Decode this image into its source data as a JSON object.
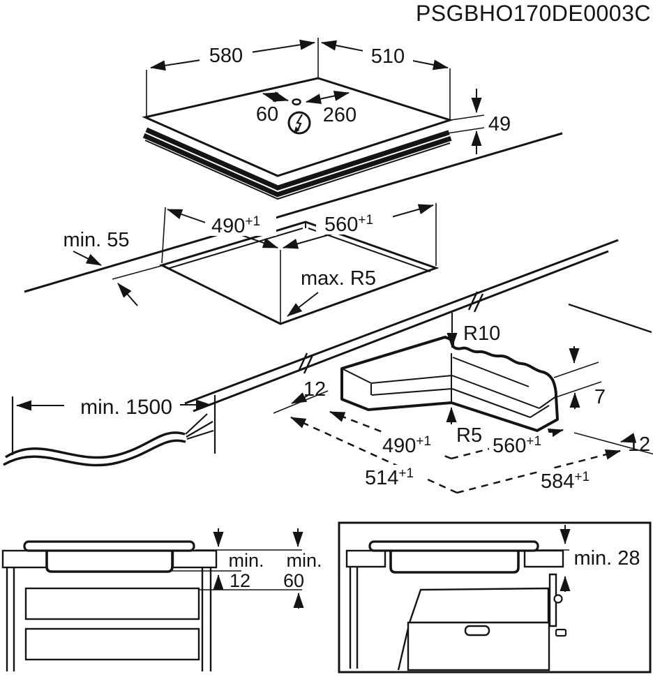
{
  "code": "PSGBHO170DE0003C",
  "top_view": {
    "width": "580",
    "depth": "510",
    "conn_offset_left": "60",
    "conn_offset_right": "260",
    "height": "49",
    "power_icon": "lightning-in-circle"
  },
  "cutout_view": {
    "front_clearance": "min. 55",
    "depth_base": "490",
    "depth_sup": "+1",
    "width_base": "560",
    "width_sup": "+1",
    "corner_radius": "max. R5"
  },
  "corner_view": {
    "top_radius": "R10",
    "inner_radius": "R5",
    "step_depth": "7",
    "edge_left": "12",
    "edge_right": "12",
    "cut_depth_base": "490",
    "cut_depth_sup": "+1",
    "cut_width_base": "560",
    "cut_width_sup": "+1",
    "outer_depth_base": "514",
    "outer_depth_sup": "+1",
    "outer_width_base": "584",
    "outer_width_sup": "+1"
  },
  "cable_view": {
    "length": "min. 1500"
  },
  "drawer_view": {
    "min_label_a": "min.",
    "min_label_b": "min.",
    "value_a": "12",
    "value_b": "60"
  },
  "oven_view": {
    "clearance": "min. 28"
  }
}
